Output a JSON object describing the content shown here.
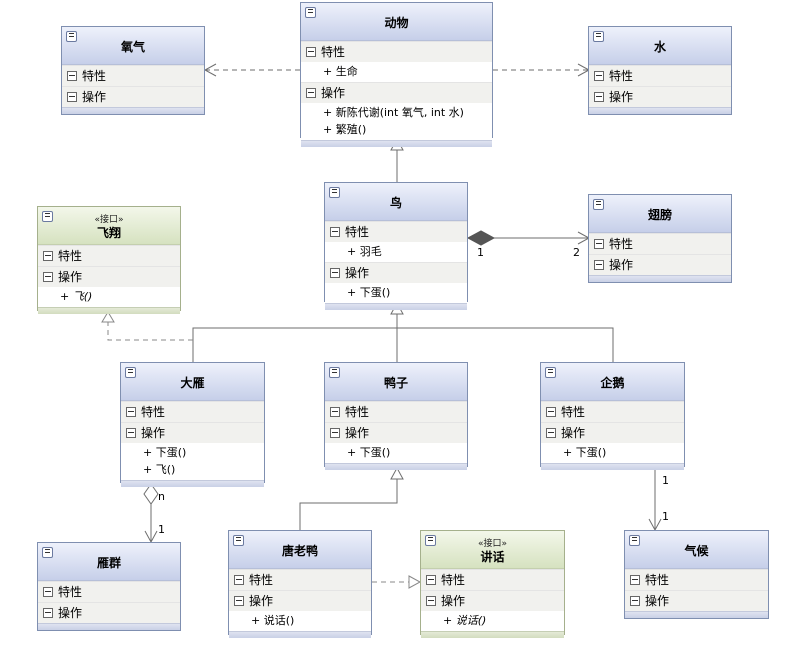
{
  "labels": {
    "attributes": "特性",
    "operations": "操作"
  },
  "classes": {
    "animal": {
      "title": "动物",
      "attrs": [
        "+ 生命"
      ],
      "ops": [
        "+ 新陈代谢(int 氧气, int 水)",
        "+ 繁殖()"
      ]
    },
    "oxygen": {
      "title": "氧气"
    },
    "water": {
      "title": "水"
    },
    "bird": {
      "title": "鸟",
      "attrs": [
        "+ 羽毛"
      ],
      "ops": [
        "+ 下蛋()"
      ]
    },
    "wing": {
      "title": "翅膀"
    },
    "fly": {
      "stereotype": "«接口»",
      "title": "飞翔",
      "ops": [
        "+ 飞()"
      ]
    },
    "goose": {
      "title": "大雁",
      "ops": [
        "+ 下蛋()",
        "+ 飞()"
      ]
    },
    "duck": {
      "title": "鸭子",
      "ops": [
        "+ 下蛋()"
      ]
    },
    "penguin": {
      "title": "企鹅",
      "ops": [
        "+ 下蛋()"
      ]
    },
    "flock": {
      "title": "雁群"
    },
    "donald": {
      "title": "唐老鸭",
      "ops": [
        "+ 说话()"
      ]
    },
    "speak": {
      "stereotype": "«接口»",
      "title": "讲话",
      "ops": [
        "+ 说话()"
      ]
    },
    "climate": {
      "title": "气候"
    }
  },
  "multiplicities": {
    "bird_wing_src": "1",
    "bird_wing_dst": "2",
    "goose_flock_src": "n",
    "goose_flock_dst": "1",
    "penguin_climate_src": "1",
    "penguin_climate_dst": "1"
  },
  "colors": {
    "line": "#6e6e6e",
    "class_border": "#7f8fb0",
    "interface_border": "#a5b08c"
  }
}
